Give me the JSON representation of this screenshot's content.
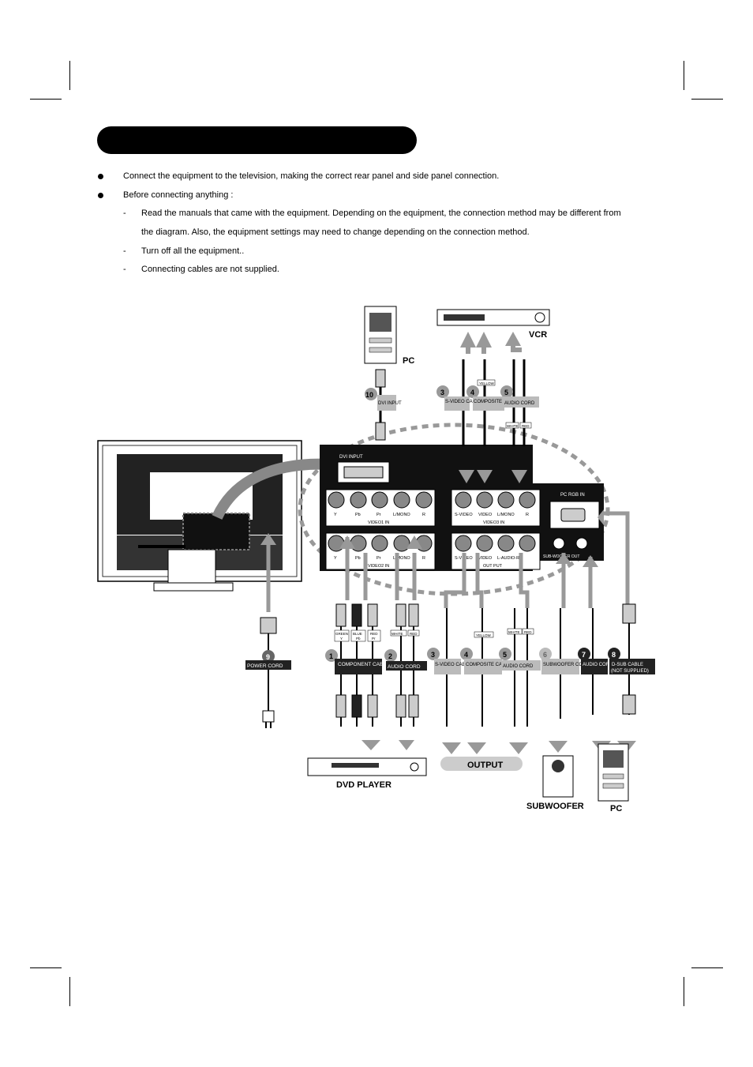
{
  "page": {
    "title": ""
  },
  "instructions": {
    "bullet1": "Connect the equipment to the television, making the correct rear panel and side panel connection.",
    "bullet2": "Before connecting anything :",
    "sub1_line1": "Read the manuals that came with the equipment. Depending on the equipment, the connection method may be different from",
    "sub1_line2": "the diagram. Also, the equipment settings may need to change depending on the connection method.",
    "sub2": "Turn off all the equipment..",
    "sub3": "Connecting cables are not supplied.",
    "dash": "-"
  },
  "diagram": {
    "devices": {
      "pc_top": "PC",
      "vcr": "VCR",
      "dvd_player": "DVD  PLAYER",
      "output": "OUTPUT",
      "subwoofer": "SUBWOOFER",
      "pc_bottom": "PC"
    },
    "panel": {
      "dvi_input": "DVI  INPUT",
      "pc_rgb_in": "PC RGB IN",
      "video1_in": "VIDEO1 IN",
      "video2_in": "VIDEO2 IN",
      "video3_in": "VIDEO3 IN",
      "out_put": "OUT PUT",
      "subwoofer_out": "SUB-WOOFER OUT",
      "jack_y": "Y",
      "jack_pb": "Pb",
      "jack_pr": "Pr",
      "jack_l_mono": "L/MONO",
      "jack_r": "R",
      "jack_svideo": "S-VIDEO",
      "jack_video": "VIDEO",
      "jack_l_audio_r": "L-AUDIO-R"
    },
    "cables": {
      "n1": "1",
      "c1": "COMPONENT CABLE",
      "n2": "2",
      "c2": "AUDIO  CORD",
      "n3": "3",
      "c3": "S-VIDEO CABLE",
      "n4": "4",
      "c4": "COMPOSITE CABLE",
      "n5": "5",
      "c5": "AUDIO  CORD",
      "n6": "6",
      "c6": "SUBWOOFER CORD",
      "n7": "7",
      "c7": "AUDIO CORD",
      "n8": "8",
      "c8a": "D-SUB  CABLE",
      "c8b": "(NOT  SUPPLIED)",
      "n9": "9",
      "c9": "POWER  CORD",
      "n10": "10",
      "c10": "DVI INPUT"
    },
    "color_tags": {
      "green": "GREEN",
      "green_sub": "Y",
      "blue": "BLUE",
      "blue_sub": "Pb",
      "red": "RED",
      "red_sub": "Pr",
      "white": "WHITE",
      "red2": "RED",
      "yellow": "YELLOW"
    }
  }
}
